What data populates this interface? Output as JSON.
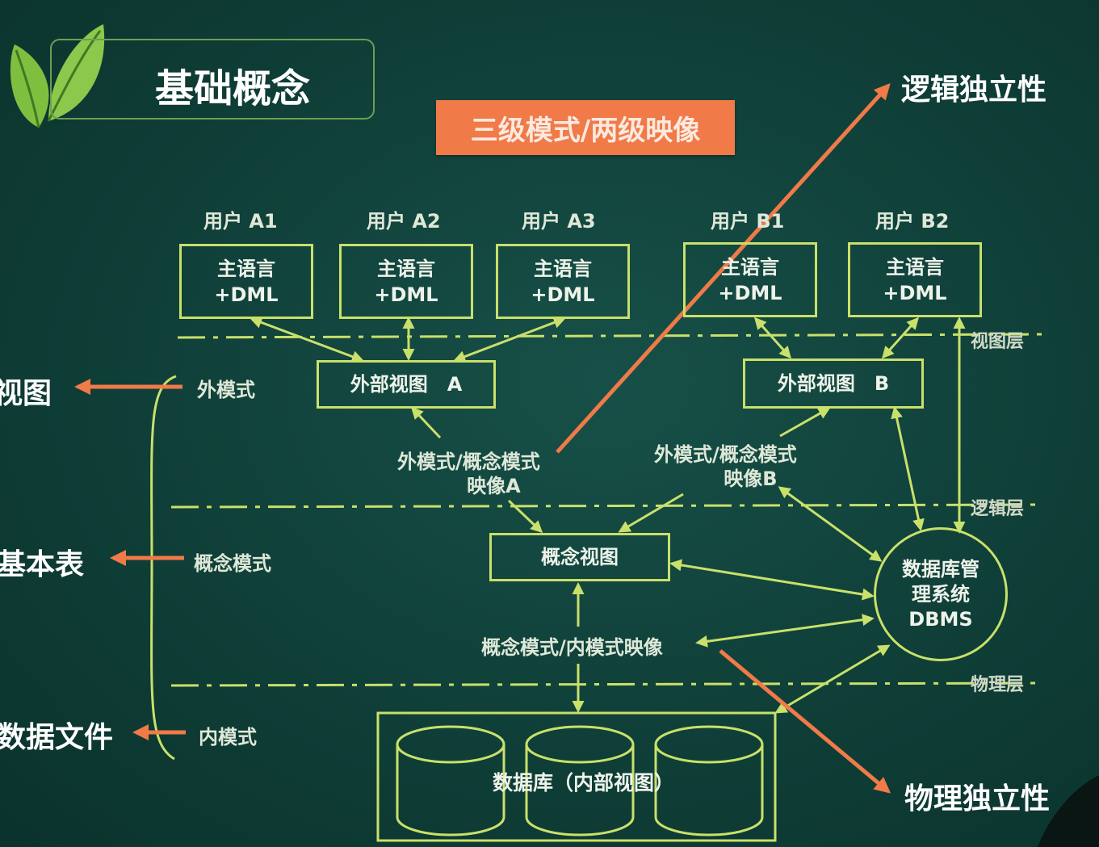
{
  "title": "基础概念",
  "banner": "三级模式/两级映像",
  "users": [
    "用户 A1",
    "用户 A2",
    "用户 A3",
    "用户 B1",
    "用户 B2"
  ],
  "host_language": {
    "line1": "主语言",
    "line2": "+DML"
  },
  "external_view_a": "外部视图　A",
  "external_view_b": "外部视图　B",
  "mapping_a": {
    "line1": "外模式/概念模式",
    "line2": "映像A"
  },
  "mapping_b": {
    "line1": "外模式/概念模式",
    "line2": "映像B"
  },
  "conceptual_view": "概念视图",
  "internal_mapping": "概念模式/内模式映像",
  "dbms": {
    "line1": "数据库管",
    "line2": "理系统",
    "line3": "DBMS"
  },
  "database": "数据库（内部视图）",
  "layers": {
    "view": "视图层",
    "logical": "逻辑层",
    "physical": "物理层"
  },
  "schemas": {
    "external": "外模式",
    "conceptual": "概念模式",
    "internal": "内模式"
  },
  "side_terms": {
    "view": "视图",
    "base_table": "基本表",
    "data_file": "数据文件"
  },
  "independence": {
    "logical": "逻辑独立性",
    "physical": "物理独立性"
  },
  "colors": {
    "background": "#103e38",
    "line": "#c9e06a",
    "accent": "#f07a48",
    "leaf": "#7fbf3f"
  }
}
